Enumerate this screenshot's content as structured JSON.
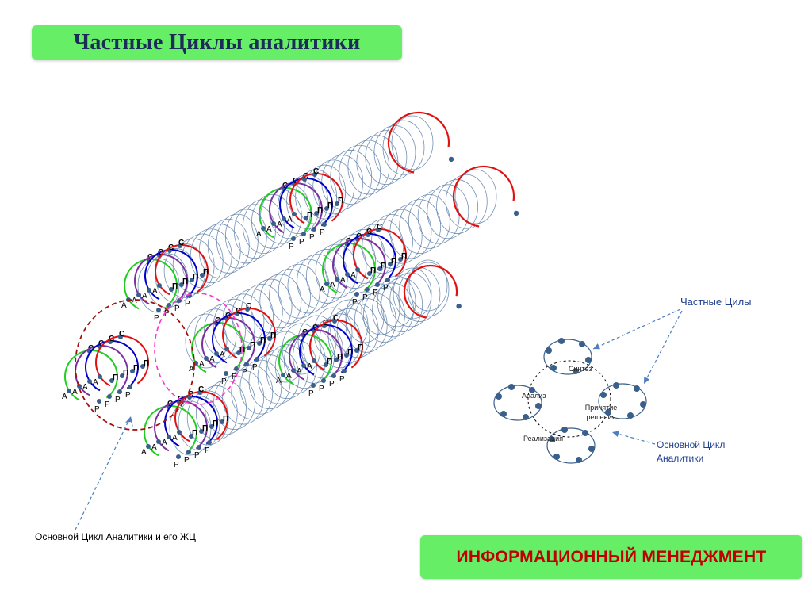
{
  "title": "Частные Циклы аналитики",
  "footer": "ИНФОРМАЦИОННЫЙ  МЕНЕДЖМЕНТ",
  "captions": {
    "main_cycle_lifecycle": "Основной Цикл Аналитики и его ЖЦ",
    "private_cycles": "Частные Цилы",
    "main_cycle": "Основной Цикл Аналитики"
  },
  "cycle_labels": {
    "synthesis": "Синтез",
    "analysis": "Анализ",
    "decision": "Принятие решения",
    "realization": "Реализация"
  },
  "phase_letters": {
    "s": "С",
    "p": "П",
    "a": "А",
    "r": "Р"
  },
  "colors": {
    "title_bg": "#66ee66",
    "title_text": "#1b2b5a",
    "footer_text": "#c00000",
    "spring": "#5a7ea8",
    "red": "#e01010",
    "blue": "#0000cc",
    "purple": "#7b2fa0",
    "green": "#22cc22",
    "dark_red_dashed": "#a01010",
    "magenta_dashed": "#ff33cc",
    "node": "#3a5f8a",
    "caption_blue": "#1f3f8f"
  }
}
